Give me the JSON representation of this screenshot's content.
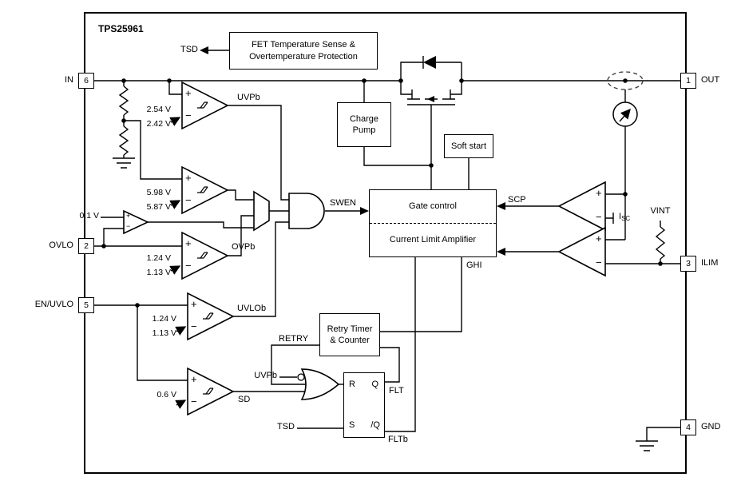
{
  "title": "TPS25961",
  "pins": {
    "in": {
      "num": "6",
      "label": "IN"
    },
    "ovlo": {
      "num": "2",
      "label": "OVLO"
    },
    "en_uvlo": {
      "num": "5",
      "label": "EN/UVLO"
    },
    "out": {
      "num": "1",
      "label": "OUT"
    },
    "ilim": {
      "num": "3",
      "label": "ILIM"
    },
    "gnd": {
      "num": "4",
      "label": "GND"
    }
  },
  "blocks": {
    "fet_temp_line1": "FET Temperature Sense &",
    "fet_temp_line2": "Overtemperature Protection",
    "charge_pump_line1": "Charge",
    "charge_pump_line2": "Pump",
    "soft_start": "Soft start",
    "gate_control": "Gate control",
    "current_limit_amp": "Current Limit Amplifier",
    "retry_line1": "Retry Timer",
    "retry_line2": "& Counter"
  },
  "latch": {
    "r": "R",
    "s": "S",
    "q": "Q",
    "qb": "/Q"
  },
  "signals": {
    "tsd_top": "TSD",
    "uvpb": "UVPb",
    "ovpb": "OVPb",
    "uvlob": "UVLOb",
    "sd": "SD",
    "swen": "SWEN",
    "scp": "SCP",
    "ghi": "GHI",
    "retry": "RETRY",
    "flt": "FLT",
    "fltb": "FLTb",
    "uvpb_or": "UVPb",
    "tsd_latch": "TSD",
    "vint": "VINT",
    "isc_main": "I",
    "isc_sub": "SC"
  },
  "thresholds": {
    "uvp_rise": "2.54 V",
    "uvp_fall": "2.42 V",
    "ovp6_rise": "5.98 V",
    "ovp6_fall": "5.87 V",
    "ovp_rise": "1.24 V",
    "ovp_fall": "1.13 V",
    "uvlo_rise": "1.24 V",
    "uvlo_fall": "1.13 V",
    "ovlo_detect": "0.1 V",
    "sd_ref": "0.6 V"
  },
  "signs": {
    "plus": "+",
    "minus": "−"
  }
}
